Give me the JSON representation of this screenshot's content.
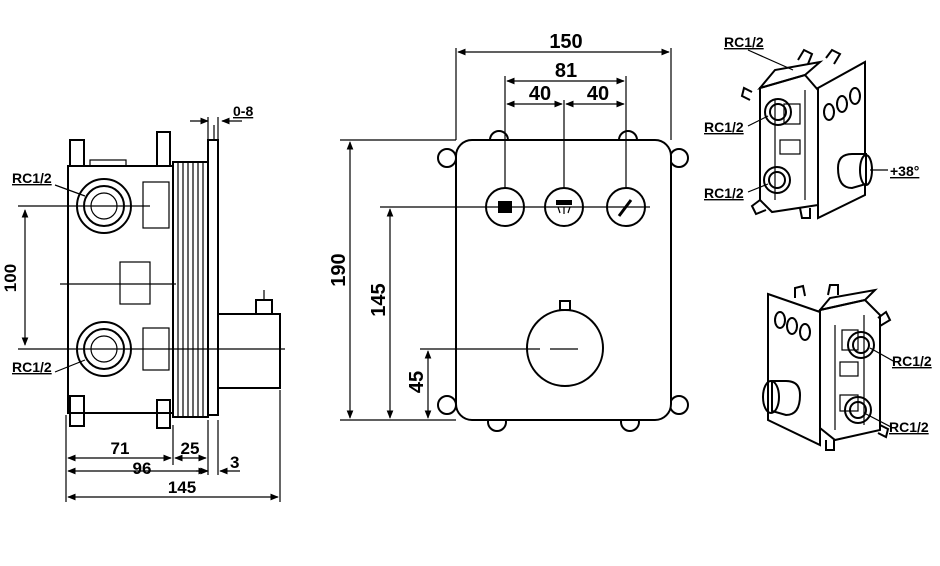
{
  "side_view": {
    "port_top": "RC1/2",
    "port_bottom": "RC1/2",
    "dim_vertical": "100",
    "dim_adjust": "0-8",
    "dim_71": "71",
    "dim_25": "25",
    "dim_96": "96",
    "dim_3": "3",
    "dim_145": "145"
  },
  "front_view": {
    "dim_width": "150",
    "dim_81": "81",
    "dim_40_left": "40",
    "dim_40_right": "40",
    "dim_height": "190",
    "dim_145": "145",
    "dim_45": "45"
  },
  "iso_top": {
    "port_top": "RC1/2",
    "port_left": "RC1/2",
    "port_bottom": "RC1/2",
    "angle": "+38°"
  },
  "iso_bottom": {
    "port_top": "RC1/2",
    "port_bottom": "RC1/2"
  }
}
